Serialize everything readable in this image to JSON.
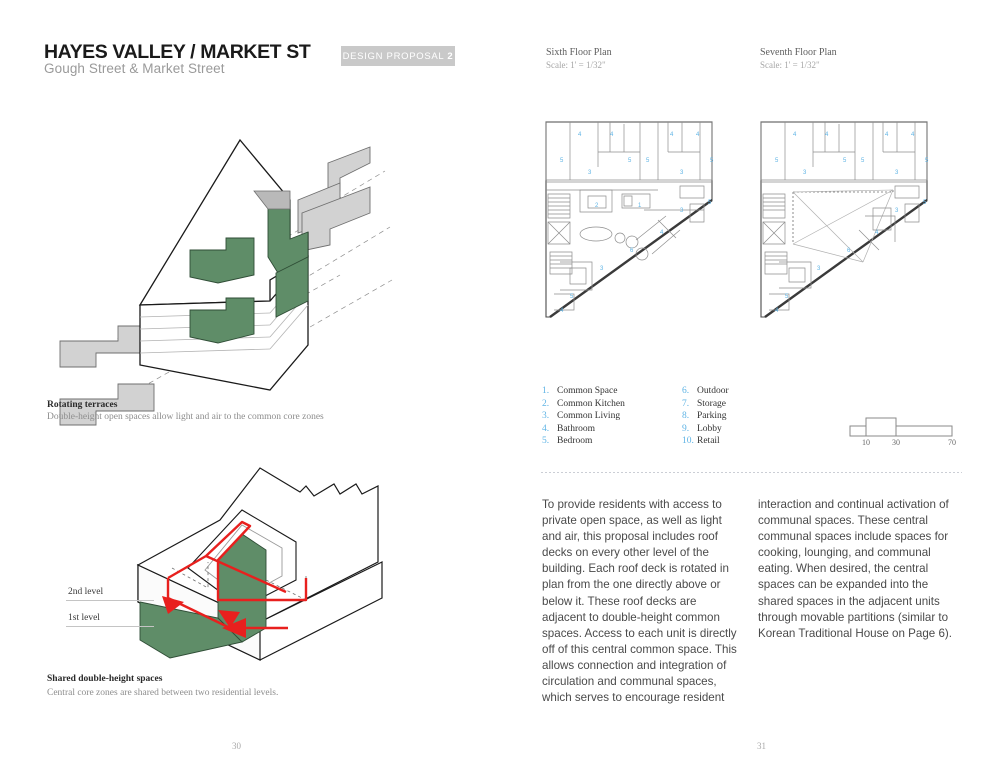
{
  "left_page": {
    "title": "HAYES VALLEY / MARKET ST",
    "subtitle": "Gough Street & Market Street",
    "badge": {
      "text": "DESIGN PROPOSAL",
      "number": "2"
    },
    "folio": "30",
    "diagram_top": {
      "caption_title": "Rotating terraces",
      "caption_sub": "Double-height open spaces allow light and air to the common core zones"
    },
    "diagram_bottom": {
      "caption_title": "Shared double-height spaces",
      "caption_sub": "Central core zones are shared between two residential levels.",
      "level_labels": [
        "2nd level",
        "1st level"
      ]
    }
  },
  "right_page": {
    "folio": "31",
    "plans": [
      {
        "title": "Sixth Floor Plan",
        "scale": "Scale: 1' = 1/32\""
      },
      {
        "title": "Seventh Floor Plan",
        "scale": "Scale: 1' = 1/32\""
      }
    ],
    "legend_col1": [
      {
        "num": "1.",
        "label": "Common Space"
      },
      {
        "num": "2.",
        "label": "Common Kitchen"
      },
      {
        "num": "3.",
        "label": "Common Living"
      },
      {
        "num": "4.",
        "label": "Bathroom"
      },
      {
        "num": "5.",
        "label": "Bedroom"
      }
    ],
    "legend_col2": [
      {
        "num": "6.",
        "label": "Outdoor"
      },
      {
        "num": "7.",
        "label": "Storage"
      },
      {
        "num": "8.",
        "label": "Parking"
      },
      {
        "num": "9.",
        "label": "Lobby"
      },
      {
        "num": "10.",
        "label": "Retail"
      }
    ],
    "scale_bar": {
      "ticks": [
        "10",
        "30",
        "70"
      ]
    },
    "body_left": "To provide residents with access to private open space, as well as light and air, this proposal includes roof decks on every other level of the building.  Each roof deck is rotated in plan from the one directly above or below it. These roof decks are adjacent to double-height common spaces. Access to each unit is directly off of this central common space. This allows connection and integration of circulation and communal spaces, which serves to encourage resident",
    "body_right": "interaction and continual activation of communal spaces. These central communal spaces include spaces for cooking, lounging, and communal eating. When desired, the central spaces can be expanded into the shared spaces in the adjacent units through movable partitions (similar to Korean Traditional House on Page 6)."
  },
  "colors": {
    "terrace_green": "#5f8d68",
    "slab_gray": "#c9c9c9",
    "legend_blue": "#5fb4e5",
    "arrow_red": "#e8201e",
    "badge_gray": "#c9c9c9"
  }
}
